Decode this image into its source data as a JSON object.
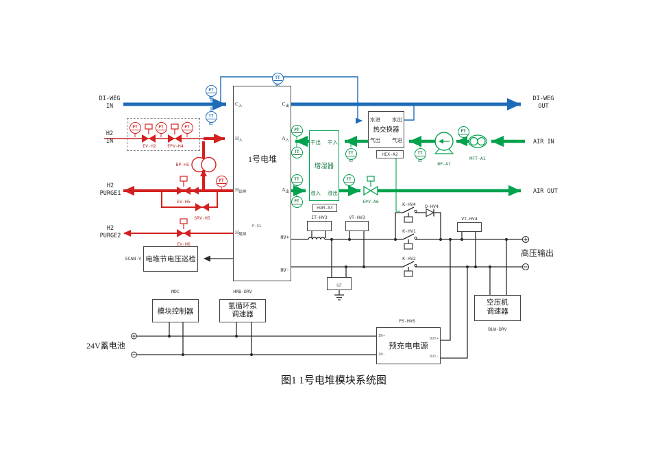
{
  "caption": "图1 1号电堆模块系统图",
  "colors": {
    "coolant_blue": "#1e6cb8",
    "hydrogen_red": "#d32020",
    "air_green": "#00a24e",
    "line_black": "#2b2b2b"
  },
  "stack": {
    "name": "1号电堆",
    "tag": "P-S1",
    "ports": {
      "c_in": {
        "m": "C",
        "s": "入"
      },
      "h_in": {
        "m": "H",
        "s": "入"
      },
      "h_out": {
        "m": "H",
        "s": "出排"
      },
      "h_tail": {
        "m": "H",
        "s": "尾排"
      },
      "c_out": {
        "m": "C",
        "s": "出"
      },
      "a_in": {
        "m": "A",
        "s": "入"
      },
      "a_out": {
        "m": "A",
        "s": "出"
      },
      "hv_plus": "HV+",
      "hv_minus": "HV-"
    }
  },
  "coolant": {
    "in_label": [
      "DI-WEG",
      "IN"
    ],
    "out_label": [
      "DI-WEG",
      "OUT"
    ]
  },
  "hydrogen": {
    "in_label": [
      "H2",
      "IN"
    ],
    "purge1_label": [
      "H2",
      "PURGE1"
    ],
    "purge2_label": [
      "H2",
      "PURGE2"
    ],
    "valves": {
      "ev_h2": "EV-H2",
      "epv_h4": "EPV-H4",
      "bp_h5": "BP-H5",
      "ev_h5": "EV-H5",
      "srv_h5": "SRV-H5",
      "ev_h6": "EV-H6"
    }
  },
  "air": {
    "in_label": "AIR IN",
    "out_label": "AIR OUT",
    "hex": {
      "name": "热交换器",
      "tag": "HEX-A2",
      "ports": {
        "water_in": "水进",
        "water_out": "水出",
        "gas_out": "气出",
        "gas_in": "气进"
      }
    },
    "humidifier": {
      "name": "增湿器",
      "tag": "HUM-A3",
      "ports": {
        "dry_out": "干出",
        "dry_in": "干入",
        "wet_in": "湿入",
        "wet_out": "湿出"
      }
    },
    "bp_a1": "BP-A1",
    "mft_a1": "MFT-A1",
    "epv_a6": "EPV-A6"
  },
  "instruments": [
    {
      "type": "PT",
      "tag": "W1"
    },
    {
      "type": "TT",
      "tag": "W2"
    },
    {
      "type": "TT",
      "tag": "W3"
    },
    {
      "type": "PT",
      "tag": "H2"
    },
    {
      "type": "PT",
      "tag": "H3"
    },
    {
      "type": "PT",
      "tag": "H4"
    },
    {
      "type": "PT",
      "tag": "H5"
    },
    {
      "type": "PT",
      "tag": "A4"
    },
    {
      "type": "TT",
      "tag": "A4"
    },
    {
      "type": "TT",
      "tag": "A3"
    },
    {
      "type": "TT",
      "tag": "A2"
    },
    {
      "type": "PT",
      "tag": "A1"
    },
    {
      "type": "TT",
      "tag": "A5"
    },
    {
      "type": "PT",
      "tag": "A5"
    },
    {
      "type": "TT",
      "tag": "A6"
    }
  ],
  "electrical": {
    "it_hv3": "IT-HV3",
    "vt_hv3": "VT-HV3",
    "vt_hv4": "VT-HV4",
    "k_hv1": "K-HV1",
    "k_hv2": "K-HV2",
    "k_hv4": "K-HV4",
    "d_hv4": "D-HV4",
    "gf": "GF",
    "output_label": "高压输出"
  },
  "control": {
    "scan_tag": "SCAN-V",
    "scan_name": "电堆节电压巡检",
    "mdc_tag": "MDC",
    "mdc_name": "模块控制器",
    "hrb_tag": "HRB-DRV",
    "hrb_name": [
      "氢循环泵",
      "调速器"
    ],
    "blw_tag": "BLW-DRV",
    "blw_name": [
      "空压机",
      "调速器"
    ],
    "ps_tag": "PS-HV6",
    "ps_name": "预充电电源",
    "ps_ports": {
      "in_plus": "IN+",
      "in_minus": "IN-",
      "out_plus": "OUT+",
      "out_minus": "OUT-"
    },
    "battery_label": "24V蓄电池"
  }
}
